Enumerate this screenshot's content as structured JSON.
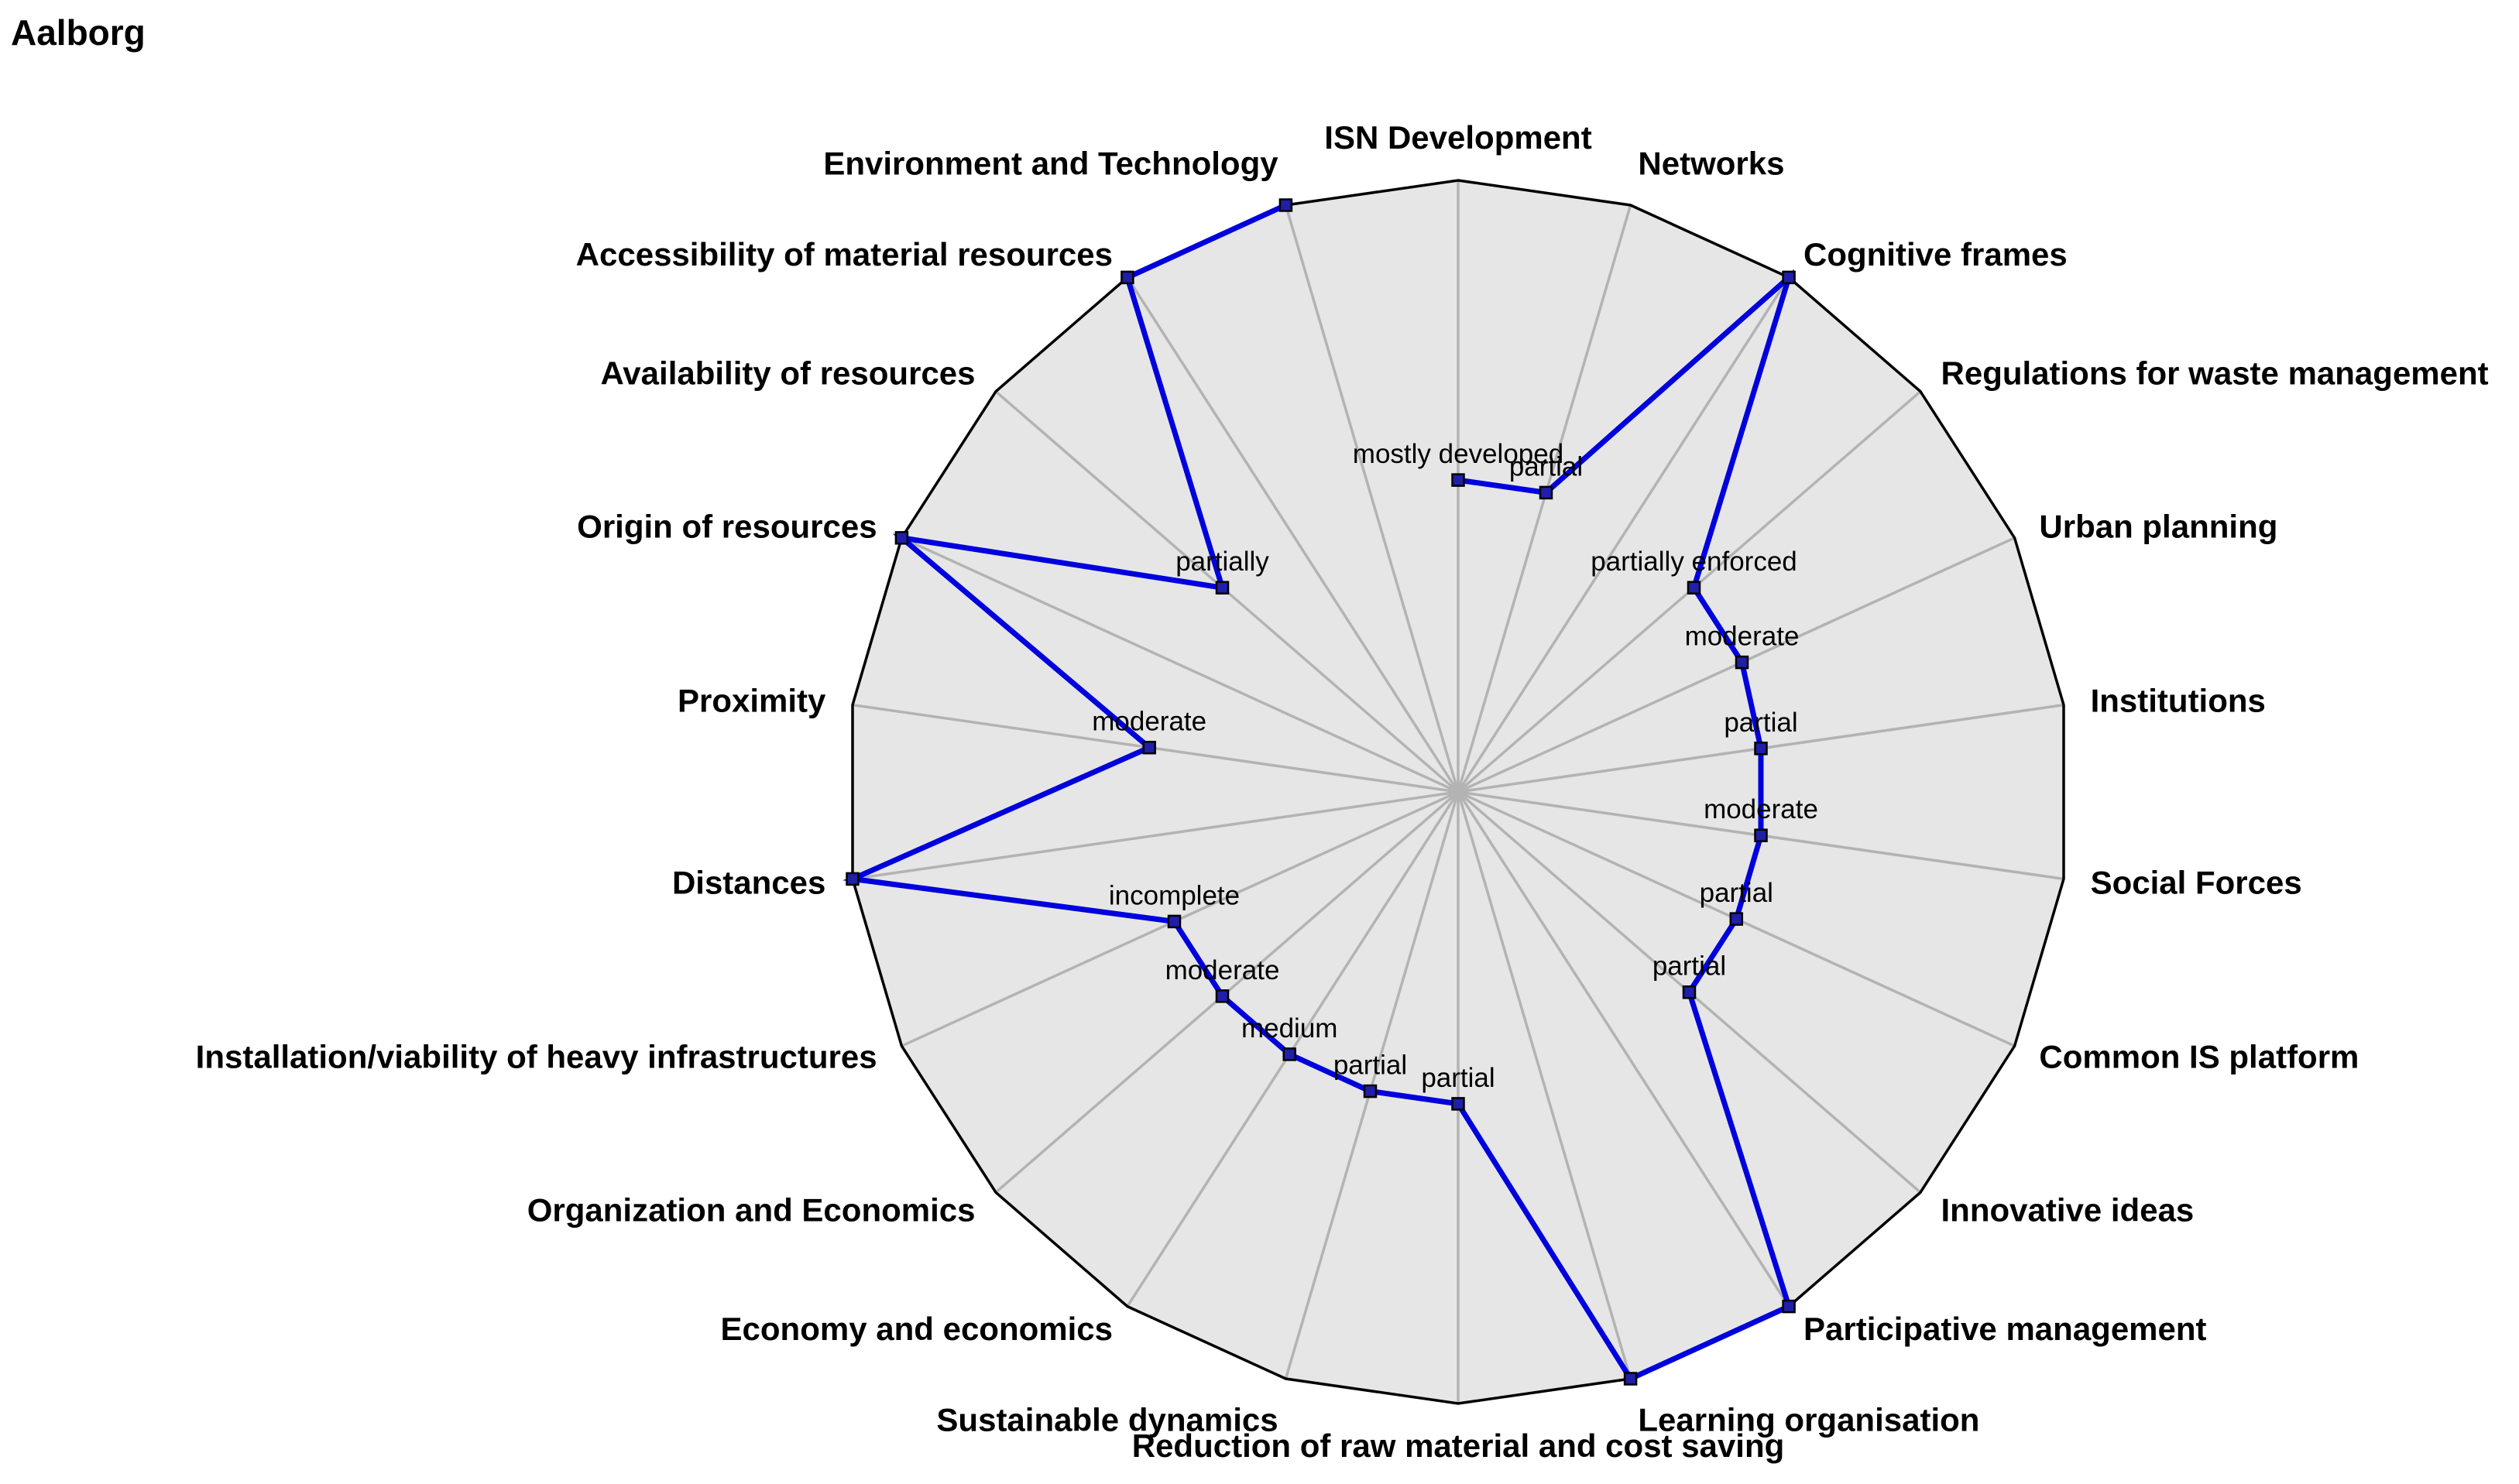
{
  "chart_data": {
    "type": "radar",
    "title": "Aalborg",
    "background_fill": "#e6e6e6",
    "outline_color": "#000000",
    "spoke_color": "#b3b3b3",
    "series_color": "#0000dd",
    "marker_fill": "#1f1fa8",
    "r_range": [
      0,
      1
    ],
    "axes": [
      {
        "label": "ISN Development",
        "value": 0.51,
        "value_label": "mostly developed"
      },
      {
        "label": "Networks",
        "value": 0.51,
        "value_label": "partial"
      },
      {
        "label": "Cognitive frames",
        "value": 1.0,
        "value_label": ""
      },
      {
        "label": "Regulations for waste management",
        "value": 0.51,
        "value_label": "partially enforced"
      },
      {
        "label": "Urban planning",
        "value": 0.51,
        "value_label": "moderate"
      },
      {
        "label": "Institutions",
        "value": 0.5,
        "value_label": "partial"
      },
      {
        "label": "Social Forces",
        "value": 0.5,
        "value_label": "moderate"
      },
      {
        "label": "Common IS platform",
        "value": 0.5,
        "value_label": "partial"
      },
      {
        "label": "Innovative ideas",
        "value": 0.5,
        "value_label": "partial"
      },
      {
        "label": "Participative management",
        "value": 1.0,
        "value_label": ""
      },
      {
        "label": "Learning organisation",
        "value": 1.0,
        "value_label": ""
      },
      {
        "label": "Reduction of raw material and cost saving",
        "value": 0.51,
        "value_label": "partial"
      },
      {
        "label": "Sustainable dynamics",
        "value": 0.51,
        "value_label": "partial"
      },
      {
        "label": "Economy and economics",
        "value": 0.51,
        "value_label": "medium"
      },
      {
        "label": "Organization and Economics",
        "value": 0.51,
        "value_label": "moderate"
      },
      {
        "label": "Installation/viability of heavy infrastructures",
        "value": 0.51,
        "value_label": "incomplete"
      },
      {
        "label": "Distances",
        "value": 1.0,
        "value_label": ""
      },
      {
        "label": "Proximity",
        "value": 0.51,
        "value_label": "moderate"
      },
      {
        "label": "Origin of resources",
        "value": 1.0,
        "value_label": ""
      },
      {
        "label": "Availability of resources",
        "value": 0.51,
        "value_label": "partially"
      },
      {
        "label": "Accessibility of material resources",
        "value": 1.0,
        "value_label": ""
      },
      {
        "label": "Environment and Technology",
        "value": 1.0,
        "value_label": ""
      }
    ]
  }
}
